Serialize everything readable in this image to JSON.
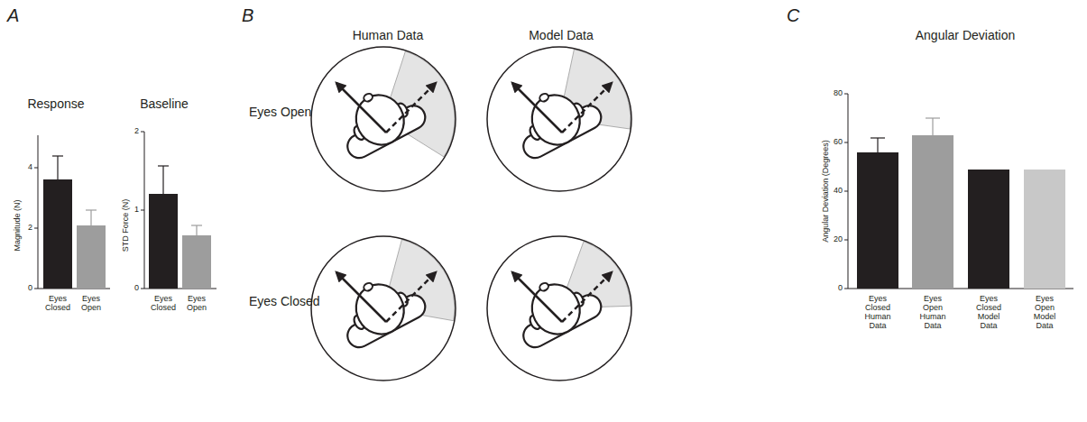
{
  "diagram": {
    "labels": [
      "A",
      "Response",
      "Baseline",
      "Magnitude (N)",
      "4",
      "2",
      "0",
      "Eyes Closed",
      "Eyes Open",
      "STD Force (N)",
      "2",
      "1",
      "0",
      "Eyes Closed",
      "Eyes Open",
      "B",
      "Human Data",
      "Model Data",
      "Eyes Open",
      "Eyes Closed",
      "C",
      "Angular Deviation",
      "Angular Deviation (Degrees)",
      "80",
      "60",
      "40",
      "20",
      "0",
      "Eyes Closed Human Data",
      "Eyes Open Human Data",
      "Eyes Closed Model Data",
      "Eyes Open Model Data"
    ]
  }
}
